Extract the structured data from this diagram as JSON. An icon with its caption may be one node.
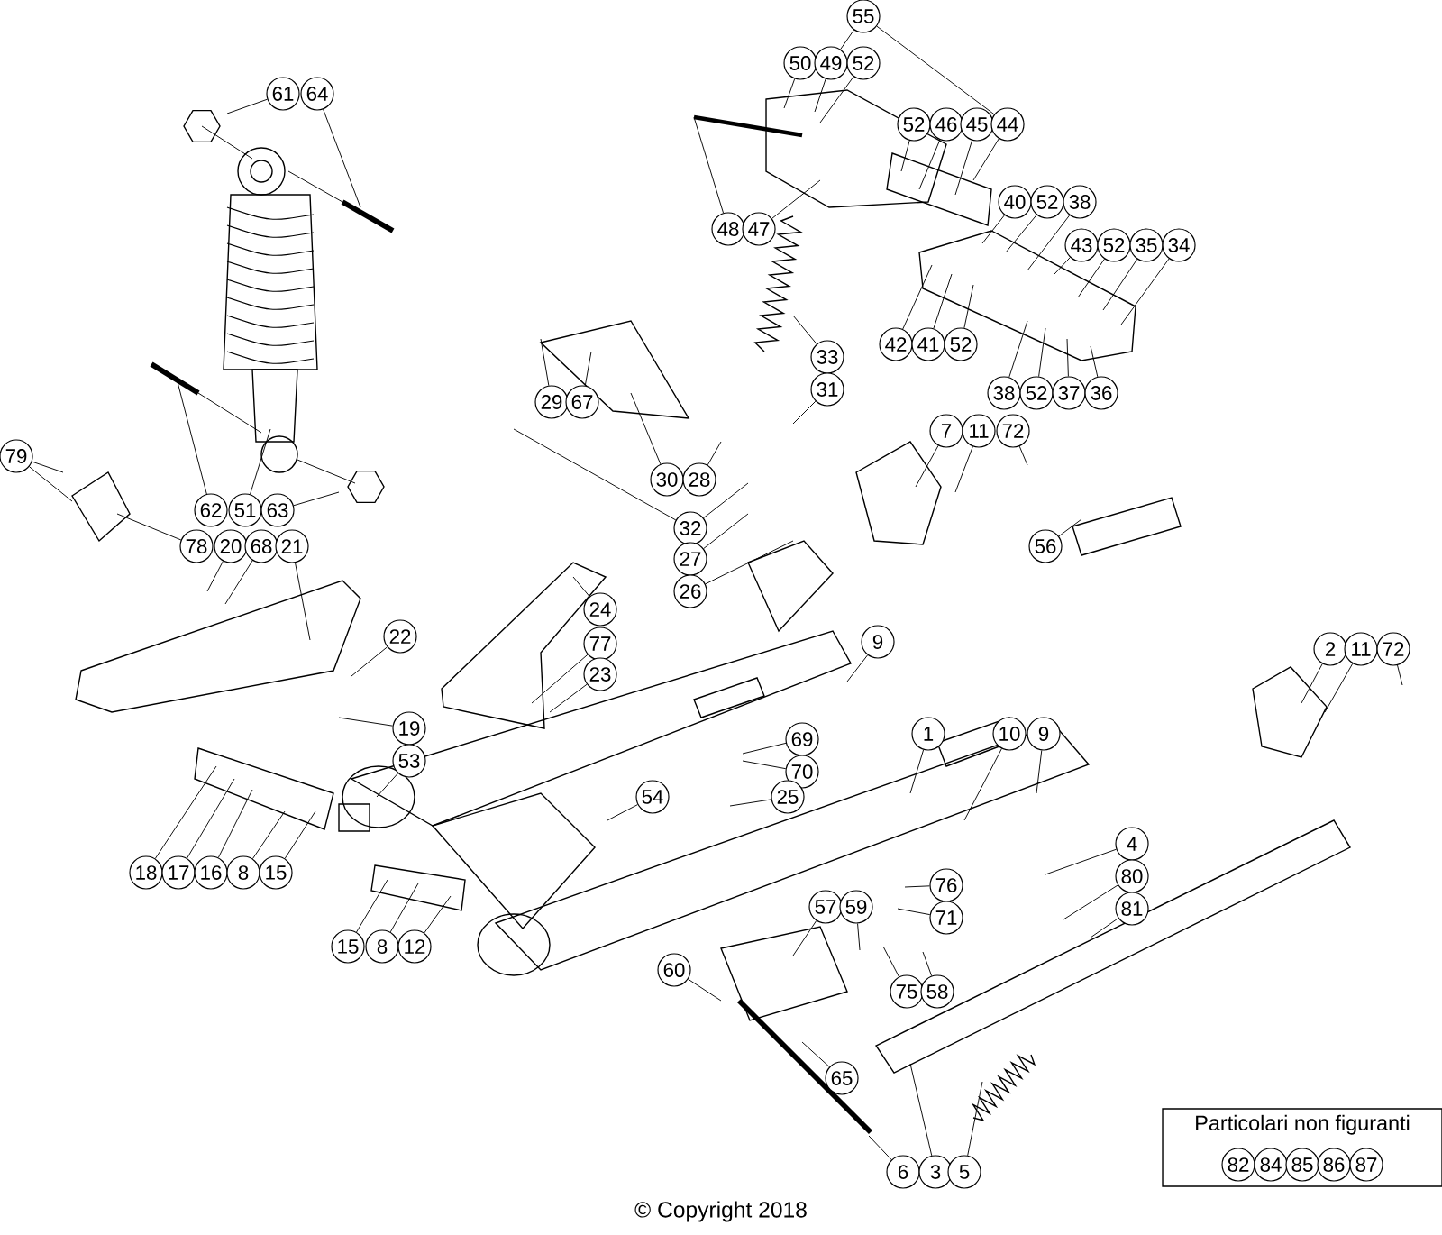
{
  "diagram": {
    "nodes": [
      {
        "text": [
          "61"
        ]
      },
      {
        "text": [
          "64"
        ]
      },
      {
        "text": [
          "55"
        ]
      },
      {
        "text": [
          "50"
        ]
      },
      {
        "text": [
          "49"
        ]
      },
      {
        "text": [
          "52"
        ]
      },
      {
        "text": [
          "52"
        ]
      },
      {
        "text": [
          "46"
        ]
      },
      {
        "text": [
          "45"
        ]
      },
      {
        "text": [
          "44"
        ]
      },
      {
        "text": [
          "48"
        ]
      },
      {
        "text": [
          "47"
        ]
      },
      {
        "text": [
          "40"
        ]
      },
      {
        "text": [
          "52"
        ]
      },
      {
        "text": [
          "38"
        ]
      },
      {
        "text": [
          "43"
        ]
      },
      {
        "text": [
          "52"
        ]
      },
      {
        "text": [
          "35"
        ]
      },
      {
        "text": [
          "34"
        ]
      },
      {
        "text": [
          "42"
        ]
      },
      {
        "text": [
          "41"
        ]
      },
      {
        "text": [
          "52"
        ]
      },
      {
        "text": [
          "33"
        ]
      },
      {
        "text": [
          "31"
        ]
      },
      {
        "text": [
          "38"
        ]
      },
      {
        "text": [
          "52"
        ]
      },
      {
        "text": [
          "37"
        ]
      },
      {
        "text": [
          "36"
        ]
      },
      {
        "text": [
          "29"
        ]
      },
      {
        "text": [
          "67"
        ]
      },
      {
        "text": [
          "7"
        ]
      },
      {
        "text": [
          "11"
        ]
      },
      {
        "text": [
          "72"
        ]
      },
      {
        "text": [
          "79"
        ]
      },
      {
        "text": [
          "30"
        ]
      },
      {
        "text": [
          "28"
        ]
      },
      {
        "text": [
          "62"
        ]
      },
      {
        "text": [
          "51"
        ]
      },
      {
        "text": [
          "63"
        ]
      },
      {
        "text": [
          "32"
        ]
      },
      {
        "text": [
          "56"
        ]
      },
      {
        "text": [
          "78"
        ]
      },
      {
        "text": [
          "20"
        ]
      },
      {
        "text": [
          "68"
        ]
      },
      {
        "text": [
          "21"
        ]
      },
      {
        "text": [
          "27"
        ]
      },
      {
        "text": [
          "26"
        ]
      },
      {
        "text": [
          "24"
        ]
      },
      {
        "text": [
          "22"
        ]
      },
      {
        "text": [
          "9"
        ]
      },
      {
        "text": [
          "77"
        ]
      },
      {
        "text": [
          "2"
        ]
      },
      {
        "text": [
          "11"
        ]
      },
      {
        "text": [
          "72"
        ]
      },
      {
        "text": [
          "23"
        ]
      },
      {
        "text": [
          "19"
        ]
      },
      {
        "text": [
          "1"
        ]
      },
      {
        "text": [
          "10"
        ]
      },
      {
        "text": [
          "9"
        ]
      },
      {
        "text": [
          "69"
        ]
      },
      {
        "text": [
          "53"
        ]
      },
      {
        "text": [
          "70"
        ]
      },
      {
        "text": [
          "54"
        ]
      },
      {
        "text": [
          "25"
        ]
      },
      {
        "text": [
          "4"
        ]
      },
      {
        "text": [
          "18"
        ]
      },
      {
        "text": [
          "17"
        ]
      },
      {
        "text": [
          "16"
        ]
      },
      {
        "text": [
          "8"
        ]
      },
      {
        "text": [
          "15"
        ]
      },
      {
        "text": [
          "80"
        ]
      },
      {
        "text": [
          "76"
        ]
      },
      {
        "text": [
          "57"
        ]
      },
      {
        "text": [
          "59"
        ]
      },
      {
        "text": [
          "81"
        ]
      },
      {
        "text": [
          "71"
        ]
      },
      {
        "text": [
          "15"
        ]
      },
      {
        "text": [
          "8"
        ]
      },
      {
        "text": [
          "12"
        ]
      },
      {
        "text": [
          "60"
        ]
      },
      {
        "text": [
          "75"
        ]
      },
      {
        "text": [
          "58"
        ]
      },
      {
        "text": [
          "65"
        ]
      },
      {
        "text": [
          "Particolari non figuranti"
        ]
      },
      {
        "text": [
          "82"
        ],
        "in": 83
      },
      {
        "text": [
          "84"
        ],
        "in": 83
      },
      {
        "text": [
          "85"
        ],
        "in": 83
      },
      {
        "text": [
          "86"
        ],
        "in": 83
      },
      {
        "text": [
          "87"
        ],
        "in": 83
      },
      {
        "text": [
          "6"
        ]
      },
      {
        "text": [
          "3"
        ]
      },
      {
        "text": [
          "5"
        ]
      }
    ],
    "edges": [
      {
        "from": 0,
        "to": null,
        "arrow": "none"
      },
      {
        "from": 1,
        "to": null,
        "arrow": "none"
      },
      {
        "from": 2,
        "to": 4,
        "arrow": "none"
      },
      {
        "from": 2,
        "to": 9,
        "arrow": "none"
      },
      {
        "from": 3,
        "to": null,
        "arrow": "none"
      },
      {
        "from": 4,
        "to": null,
        "arrow": "none"
      },
      {
        "from": 5,
        "to": null,
        "arrow": "none"
      },
      {
        "from": 6,
        "to": null,
        "arrow": "none"
      },
      {
        "from": 7,
        "to": null,
        "arrow": "none"
      },
      {
        "from": 8,
        "to": null,
        "arrow": "none"
      },
      {
        "from": 9,
        "to": null,
        "arrow": "none"
      },
      {
        "from": 10,
        "to": null,
        "arrow": "none"
      },
      {
        "from": 11,
        "to": null,
        "arrow": "none"
      },
      {
        "from": 12,
        "to": null,
        "arrow": "none"
      },
      {
        "from": 13,
        "to": null,
        "arrow": "none"
      },
      {
        "from": 14,
        "to": null,
        "arrow": "none"
      },
      {
        "from": 15,
        "to": null,
        "arrow": "none"
      },
      {
        "from": 16,
        "to": null,
        "arrow": "none"
      },
      {
        "from": 17,
        "to": null,
        "arrow": "none"
      },
      {
        "from": 18,
        "to": null,
        "arrow": "none"
      },
      {
        "from": 19,
        "to": null,
        "arrow": "none"
      },
      {
        "from": 20,
        "to": null,
        "arrow": "none"
      },
      {
        "from": 21,
        "to": null,
        "arrow": "none"
      },
      {
        "from": 22,
        "to": null,
        "arrow": "none"
      },
      {
        "from": 23,
        "to": null,
        "arrow": "none"
      },
      {
        "from": 24,
        "to": null,
        "arrow": "none"
      },
      {
        "from": 25,
        "to": null,
        "arrow": "none"
      },
      {
        "from": 26,
        "to": null,
        "arrow": "none"
      },
      {
        "from": 27,
        "to": null,
        "arrow": "none"
      },
      {
        "from": 28,
        "to": null,
        "arrow": "none"
      },
      {
        "from": 29,
        "to": null,
        "arrow": "none"
      },
      {
        "from": 30,
        "to": null,
        "arrow": "none"
      },
      {
        "from": 31,
        "to": null,
        "arrow": "none"
      },
      {
        "from": 32,
        "to": null,
        "arrow": "none"
      },
      {
        "from": 33,
        "to": null,
        "arrow": "none"
      },
      {
        "from": 33,
        "to": null,
        "arrow": "none"
      },
      {
        "from": 34,
        "to": null,
        "arrow": "none"
      },
      {
        "from": 35,
        "to": null,
        "arrow": "none"
      },
      {
        "from": 36,
        "to": null,
        "arrow": "none"
      },
      {
        "from": 37,
        "to": null,
        "arrow": "none"
      },
      {
        "from": 38,
        "to": null,
        "arrow": "none"
      },
      {
        "from": 39,
        "to": null,
        "arrow": "none"
      },
      {
        "from": 39,
        "to": null,
        "arrow": "none"
      },
      {
        "from": 40,
        "to": null,
        "arrow": "none"
      },
      {
        "from": 41,
        "to": null,
        "arrow": "none"
      },
      {
        "from": 42,
        "to": null,
        "arrow": "none"
      },
      {
        "from": 43,
        "to": null,
        "arrow": "none"
      },
      {
        "from": 44,
        "to": null,
        "arrow": "none"
      },
      {
        "from": 45,
        "to": null,
        "arrow": "none"
      },
      {
        "from": 46,
        "to": null,
        "arrow": "none"
      },
      {
        "from": 47,
        "to": null,
        "arrow": "none"
      },
      {
        "from": 48,
        "to": null,
        "arrow": "none"
      },
      {
        "from": 49,
        "to": null,
        "arrow": "none"
      },
      {
        "from": 50,
        "to": null,
        "arrow": "none"
      },
      {
        "from": 51,
        "to": null,
        "arrow": "none"
      },
      {
        "from": 52,
        "to": null,
        "arrow": "none"
      },
      {
        "from": 53,
        "to": null,
        "arrow": "none"
      },
      {
        "from": 54,
        "to": null,
        "arrow": "none"
      },
      {
        "from": 55,
        "to": null,
        "arrow": "none"
      },
      {
        "from": 56,
        "to": null,
        "arrow": "none"
      },
      {
        "from": 57,
        "to": null,
        "arrow": "none"
      },
      {
        "from": 58,
        "to": null,
        "arrow": "none"
      },
      {
        "from": 59,
        "to": null,
        "arrow": "none"
      },
      {
        "from": 60,
        "to": null,
        "arrow": "none"
      },
      {
        "from": 61,
        "to": null,
        "arrow": "none"
      },
      {
        "from": 62,
        "to": null,
        "arrow": "none"
      },
      {
        "from": 63,
        "to": null,
        "arrow": "none"
      },
      {
        "from": 64,
        "to": null,
        "arrow": "none"
      },
      {
        "from": 65,
        "to": null,
        "arrow": "none"
      },
      {
        "from": 66,
        "to": null,
        "arrow": "none"
      },
      {
        "from": 67,
        "to": null,
        "arrow": "none"
      },
      {
        "from": 68,
        "to": null,
        "arrow": "none"
      },
      {
        "from": 69,
        "to": null,
        "arrow": "none"
      },
      {
        "from": 70,
        "to": null,
        "arrow": "none"
      },
      {
        "from": 71,
        "to": null,
        "arrow": "none"
      },
      {
        "from": 72,
        "to": null,
        "arrow": "none"
      },
      {
        "from": 73,
        "to": null,
        "arrow": "none"
      },
      {
        "from": 74,
        "to": null,
        "arrow": "none"
      },
      {
        "from": 75,
        "to": null,
        "arrow": "none"
      },
      {
        "from": 76,
        "to": null,
        "arrow": "none"
      },
      {
        "from": 77,
        "to": null,
        "arrow": "none"
      },
      {
        "from": 78,
        "to": null,
        "arrow": "none"
      },
      {
        "from": 79,
        "to": null,
        "arrow": "none"
      },
      {
        "from": 80,
        "to": null,
        "arrow": "none"
      },
      {
        "from": 81,
        "to": null,
        "arrow": "none"
      },
      {
        "from": 82,
        "to": null,
        "arrow": "none"
      },
      {
        "from": 89,
        "to": null,
        "arrow": "none"
      },
      {
        "from": 90,
        "to": null,
        "arrow": "none"
      },
      {
        "from": 91,
        "to": null,
        "arrow": "none"
      }
    ],
    "labels": [
      "© Copyright 2018"
    ]
  }
}
